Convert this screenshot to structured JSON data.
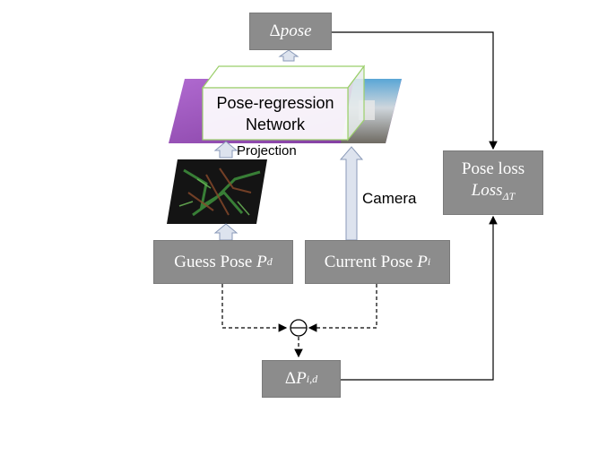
{
  "boxes": {
    "delta_pose": {
      "prefix": "Δ",
      "var": "pose"
    },
    "guess_pose": {
      "text": "Guess Pose ",
      "var": "P",
      "sub": "d"
    },
    "current_pose": {
      "text": "Current Pose ",
      "var": "P",
      "sub": "i"
    },
    "pose_loss": {
      "line1": "Pose loss",
      "var": "Loss",
      "sub": "ΔT"
    },
    "delta_p": {
      "prefix": "Δ",
      "var": "P",
      "sub": "i,d"
    }
  },
  "network": {
    "line1": "Pose-regression",
    "line2": "Network"
  },
  "labels": {
    "projection": "Projection",
    "camera": "Camera"
  },
  "operator_symbol": "⊖",
  "colors": {
    "box_fill": "#8c8c8c",
    "arrow_fill": "#dde3ee",
    "arrow_stroke": "#8a9ab8",
    "network_border": "#9bcf6b",
    "map_purple": "#9a4fb0"
  }
}
